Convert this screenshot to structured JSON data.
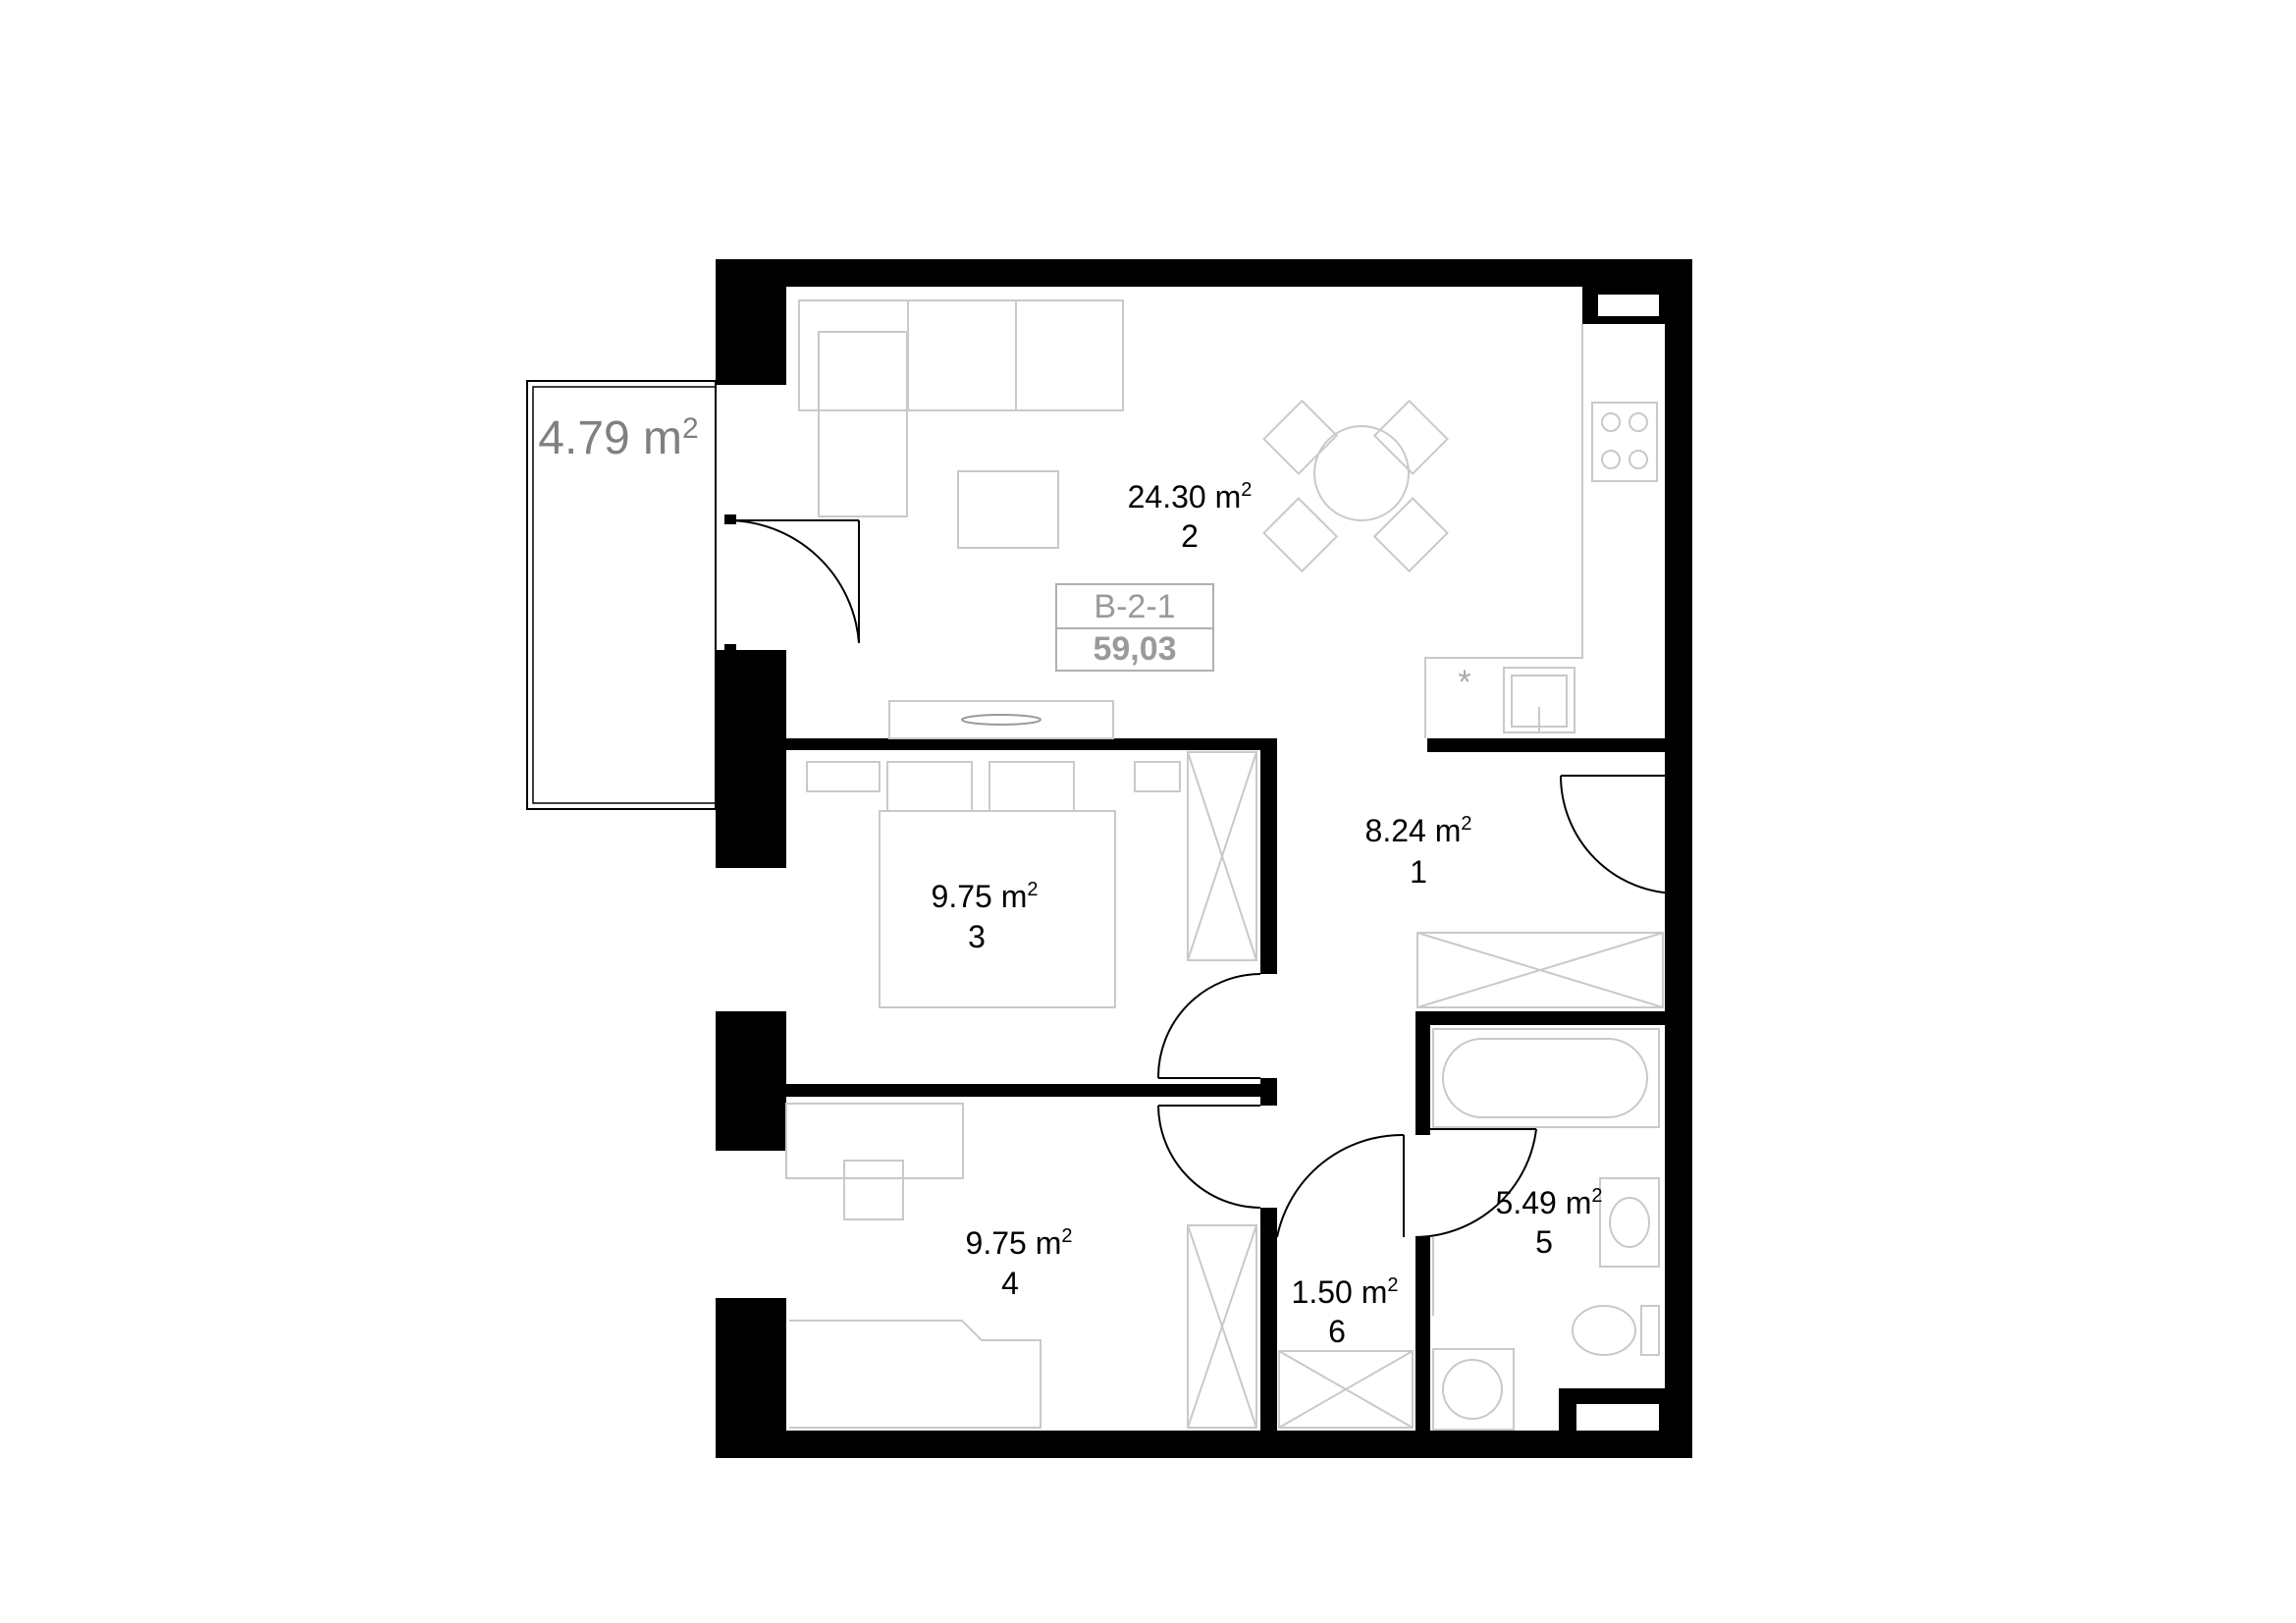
{
  "apartment": {
    "code": "B-2-1",
    "total_area": "59,03"
  },
  "balcony": {
    "area": "4.79 m",
    "sup": "2"
  },
  "rooms": [
    {
      "area": "24.30  m",
      "sup": "2",
      "number": "2"
    },
    {
      "area": "8.24  m",
      "sup": "2",
      "number": "1"
    },
    {
      "area": "9.75  m",
      "sup": "2",
      "number": "3"
    },
    {
      "area": "9.75  m",
      "sup": "2",
      "number": "4"
    },
    {
      "area": "5.49  m",
      "sup": "2",
      "number": "5"
    },
    {
      "area": "1.50  m",
      "sup": "2",
      "number": "6"
    }
  ],
  "icons": {
    "fridge_mark": "*"
  },
  "colors": {
    "wall": "#000000",
    "furniture": "#c9c9c9",
    "label_gray": "#808080"
  }
}
